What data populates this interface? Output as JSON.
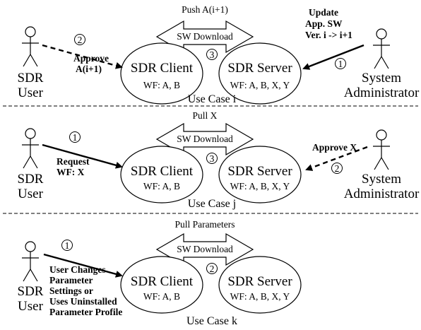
{
  "use_cases": [
    {
      "title": "Use Case i",
      "top_label": "Push A(i+1)",
      "sw_download": "SW Download",
      "client": {
        "name": "SDR Client",
        "wf": "WF: A, B"
      },
      "server": {
        "name": "SDR Server",
        "wf": "WF: A, B, X, Y"
      },
      "user_actor": [
        "SDR",
        "User"
      ],
      "admin_actor": [
        "System",
        "Administrator"
      ],
      "step_user": "2",
      "step_admin": "1",
      "step_center": "3",
      "user_note": [
        "Approve",
        "A(i+1)"
      ],
      "admin_note": [
        "Update",
        "App. SW",
        "Ver. i -> i+1"
      ]
    },
    {
      "title": "Use Case j",
      "top_label": "Pull X",
      "sw_download": "SW Download",
      "client": {
        "name": "SDR Client",
        "wf": "WF: A, B"
      },
      "server": {
        "name": "SDR Server",
        "wf": "WF: A, B, X, Y"
      },
      "user_actor": [
        "SDR",
        "User"
      ],
      "admin_actor": [
        "System",
        "Administrator"
      ],
      "step_user": "1",
      "step_admin": "2",
      "step_center": "3",
      "user_note": [
        "Request",
        "WF: X"
      ],
      "admin_note": [
        "Approve X"
      ]
    },
    {
      "title": "Use Case k",
      "top_label": "Pull Parameters",
      "sw_download": "SW Download",
      "client": {
        "name": "SDR Client",
        "wf": "WF: A, B"
      },
      "server": {
        "name": "SDR Server",
        "wf": "WF: A, B, X, Y"
      },
      "user_actor": [
        "SDR",
        "User"
      ],
      "step_user": "1",
      "step_center": "2",
      "user_note": [
        "User Changes",
        "Parameter",
        "Settings or",
        "Uses Uninstalled",
        "Parameter Profile"
      ]
    }
  ]
}
